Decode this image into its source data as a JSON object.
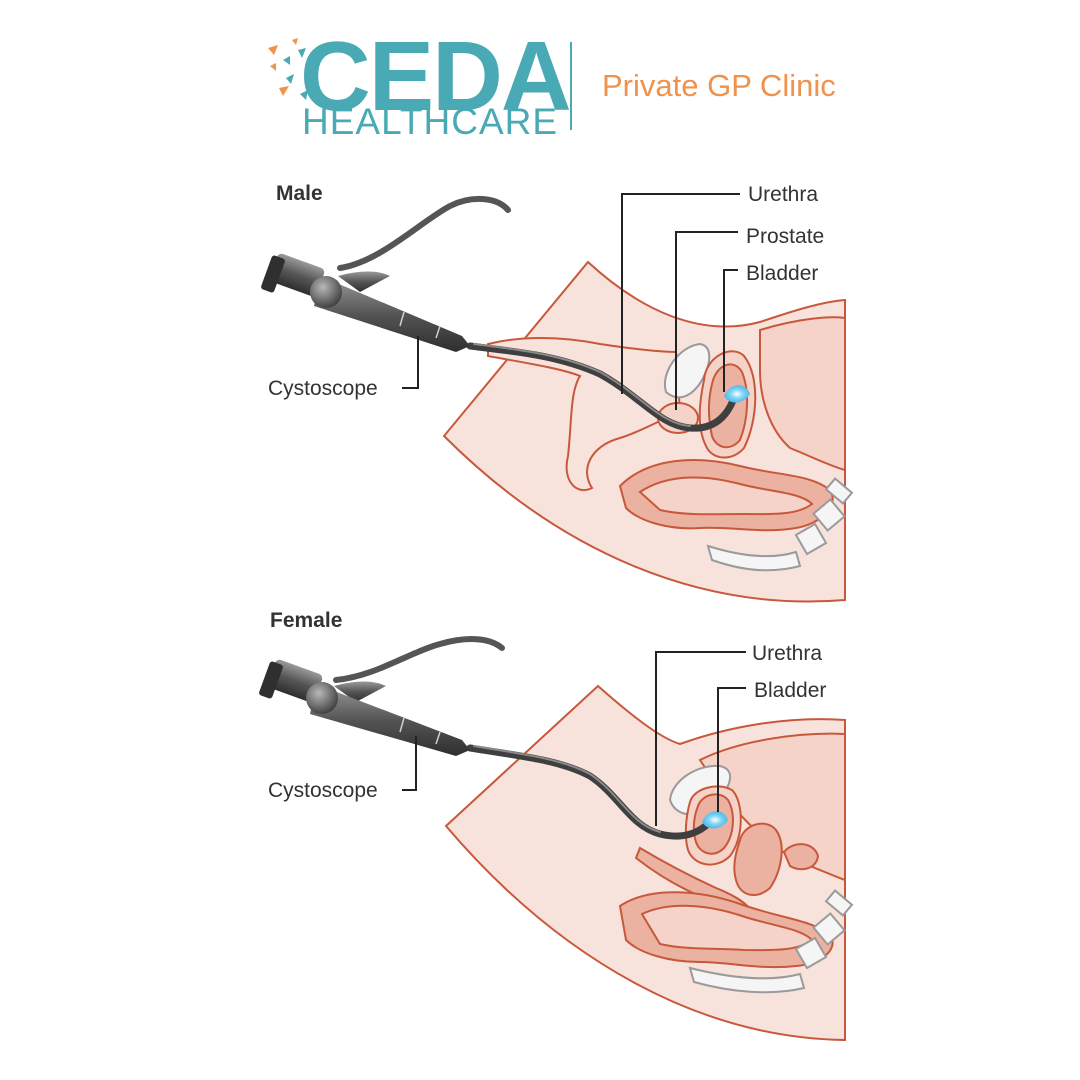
{
  "brand": {
    "name": "CEDA",
    "sub": "HEALTHCARE",
    "tagline": "Private GP Clinic",
    "colors": {
      "teal": "#49a9b4",
      "orange": "#f0924b"
    }
  },
  "male": {
    "title": "Male",
    "labels": {
      "urethra": "Urethra",
      "prostate": "Prostate",
      "bladder": "Bladder",
      "cystoscope": "Cystoscope"
    }
  },
  "female": {
    "title": "Female",
    "labels": {
      "urethra": "Urethra",
      "bladder": "Bladder",
      "cystoscope": "Cystoscope"
    }
  }
}
